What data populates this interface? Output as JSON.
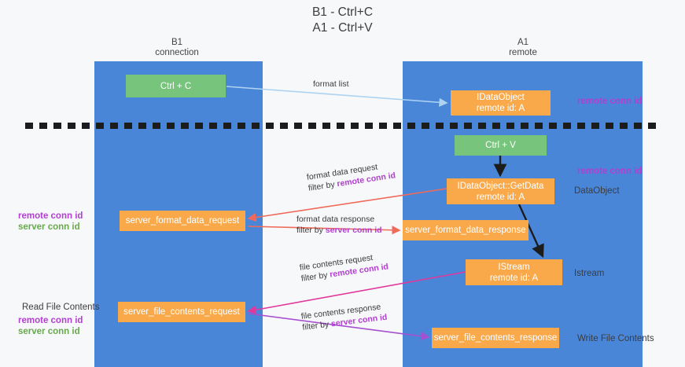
{
  "title": {
    "line1": "B1 - Ctrl+C",
    "line2": "A1 - Ctrl+V"
  },
  "lanes": [
    {
      "id": "b1",
      "name": "B1",
      "sub": "connection"
    },
    {
      "id": "a1",
      "name": "A1",
      "sub": "remote"
    }
  ],
  "boxes": {
    "ctrl_c": {
      "label": "Ctrl + C",
      "color": "#77c47c"
    },
    "idataobject": {
      "line1": "IDataObject",
      "line2": "remote id: A",
      "color": "#f9a94a"
    },
    "ctrl_v": {
      "label": "Ctrl + V",
      "color": "#77c47c"
    },
    "getdata": {
      "line1": "IDataObject::GetData",
      "line2": "remote id: A",
      "color": "#f9a94a"
    },
    "server_format_data_request": {
      "label": "server_format_data_request",
      "color": "#f9a94a"
    },
    "server_format_data_response": {
      "label": "server_format_data_response",
      "color": "#f9a94a"
    },
    "istream": {
      "line1": "IStream",
      "line2": "remote id: A",
      "color": "#f9a94a"
    },
    "server_file_contents_request": {
      "label": "server_file_contents_request",
      "color": "#f9a94a"
    },
    "server_file_contents_response": {
      "label": "server_file_contents_response",
      "color": "#f9a94a"
    }
  },
  "arrow_labels": {
    "format_list": {
      "line1": "format list"
    },
    "format_data_request": {
      "line1": "format data request",
      "line2_prefix": "filter by ",
      "line2_key": "remote conn id"
    },
    "format_data_response": {
      "line1": "format data response",
      "line2_prefix": "filter by ",
      "line2_key": "server conn id"
    },
    "file_contents_request": {
      "line1": "file contents request",
      "line2_prefix": "filter by ",
      "line2_key": "remote conn id"
    },
    "file_contents_response": {
      "line1": "file contents response",
      "line2_prefix": "filter by ",
      "line2_key": "server conn id"
    }
  },
  "annotations": {
    "remote_conn_id_top": "remote conn id",
    "remote_conn_id_mid": "remote conn id",
    "dataobject": "DataObject",
    "istream": "Istream",
    "write_file_contents": "Write File Contents",
    "read_file_contents": "Read File Contents",
    "left_remote_conn_id": "remote conn id",
    "left_server_conn_id": "server conn id",
    "left_remote_conn_id2": "remote conn id",
    "left_server_conn_id2": "server conn id"
  },
  "colors": {
    "lane": "#4a86d8",
    "green_box": "#77c47c",
    "orange_box": "#f9a94a",
    "purple_text": "#b23fd0",
    "green_text": "#6aa84f",
    "arrow_blue": "#aed3f0",
    "arrow_red": "#f06a5a",
    "arrow_black": "#1c1c1c",
    "arrow_magenta": "#e0399b",
    "arrow_purple": "#a64fd0",
    "divider": "#1c1c1c",
    "background": "#f7f8fa"
  }
}
